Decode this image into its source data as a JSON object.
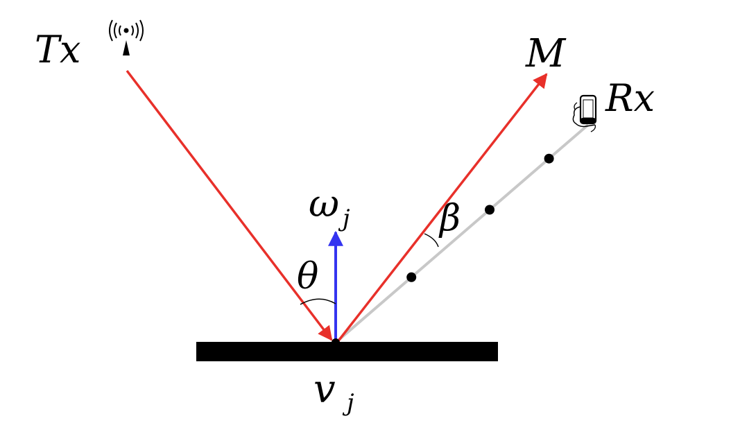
{
  "labels": {
    "tx": "Tx",
    "rx": "Rx",
    "m": "M",
    "omega": "ω",
    "omega_sub": "j",
    "theta": "θ",
    "beta": "β",
    "v": "v",
    "v_sub": "j"
  },
  "icons": {
    "tx": "antenna-icon",
    "rx": "phone-in-hand-icon"
  },
  "colors": {
    "incident_ray": "#e8302a",
    "reflected_ray": "#e8302a",
    "normal_vector": "#3434f0",
    "receiver_path": "#c8c8c8",
    "surface": "#000000",
    "points": "#000000",
    "background": "#ffffff"
  },
  "receiver_path_points": 3
}
